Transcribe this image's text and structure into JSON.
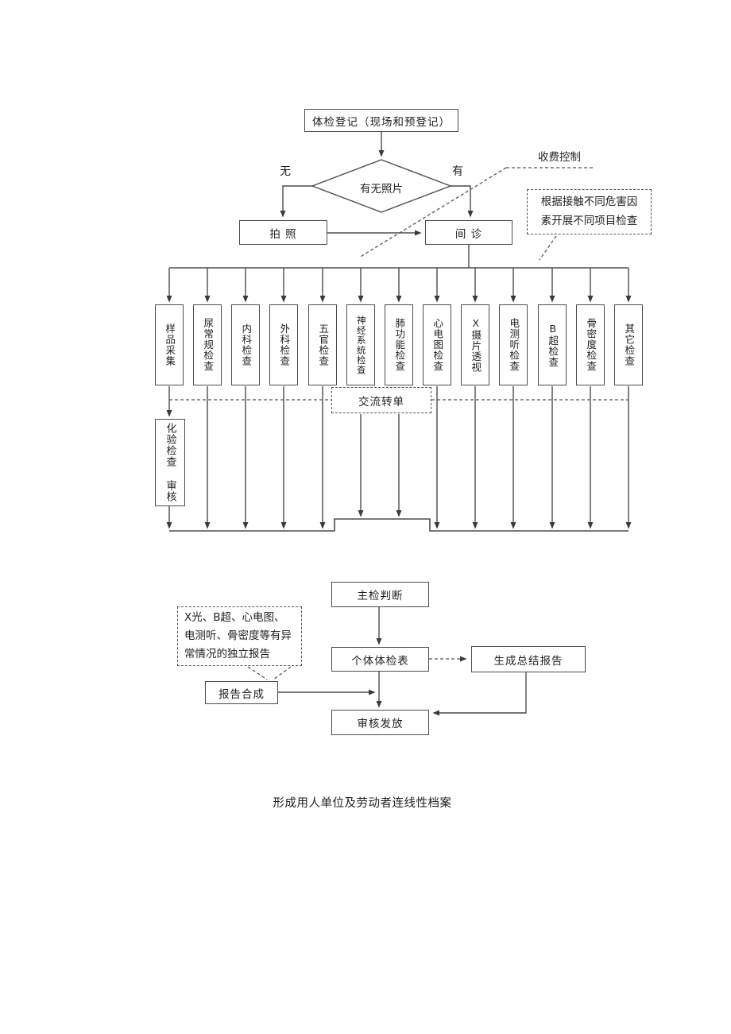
{
  "flowchart": {
    "registration": "体检登记（现场和预登记）",
    "decision": "有无照片",
    "no_label": "无",
    "yes_label": "有",
    "photo": "拍  照",
    "interview": "间  诊",
    "fee_control": "收费控制",
    "hazard_note_lines": [
      "根据接触不同危害因",
      "素开展不同项目检查"
    ],
    "exam_columns": [
      "样品采集",
      "尿常规检查",
      "内科检查",
      "外科检查",
      "五官检查",
      "神经系统检查",
      "肺功能检查",
      "心电图检查",
      "X摄片透视",
      "电测听检查",
      "B超检查",
      "骨密度检查",
      "其它检查"
    ],
    "transfer_note": "交流转单",
    "lab_review": "化验检查 审核",
    "chief_judgment": "主检判断",
    "individual_report": "个体体检表",
    "summary_report": "生成总结报告",
    "report_note_lines": [
      "X光、B超、心电图、",
      "电测听、骨密度等有异",
      "常情况的独立报告"
    ],
    "report_compose": "报告合成",
    "review_issue": "审核发放",
    "caption": "形成用人单位及劳动者连线性档案"
  },
  "colors": {
    "line": "#4d4d4d",
    "text": "#1f1f1f",
    "background": "#ffffff"
  }
}
